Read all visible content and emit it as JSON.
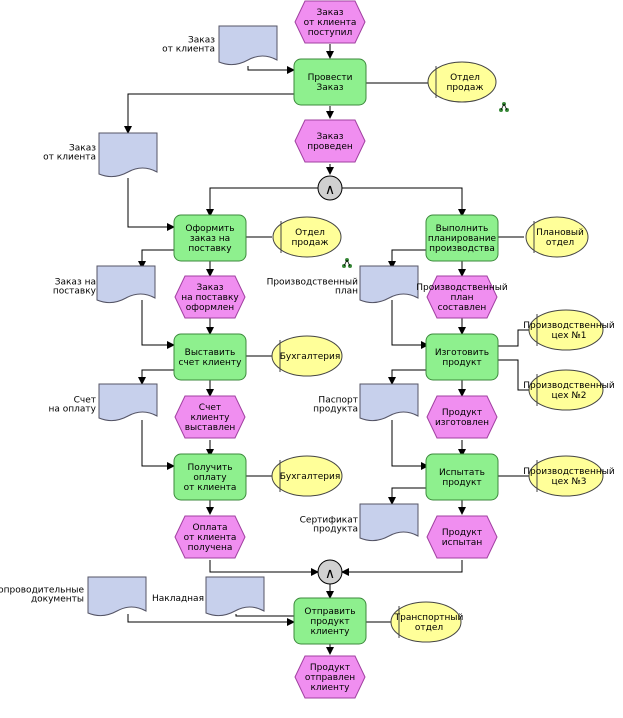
{
  "events": {
    "order_received": [
      "Заказ",
      "от клиента",
      "поступил"
    ],
    "order_done": [
      "Заказ",
      "проведен"
    ],
    "supply_order_done": [
      "Заказ",
      "на поставку",
      "оформлен"
    ],
    "plan_done": [
      "Производственный",
      "план",
      "составлен"
    ],
    "invoice_issued": [
      "Счет",
      "клиенту",
      "выставлен"
    ],
    "product_made": [
      "Продукт",
      "изготовлен"
    ],
    "payment_received": [
      "Оплата",
      "от клиента",
      "получена"
    ],
    "product_tested": [
      "Продукт",
      "испытан"
    ],
    "product_shipped": [
      "Продукт",
      "отправлен",
      "клиенту"
    ]
  },
  "functions": {
    "process_order": [
      "Провести",
      "Заказ"
    ],
    "make_supply_order": [
      "Оформить",
      "заказ на",
      "поставку"
    ],
    "plan_production": [
      "Выполнить",
      "планирование",
      "производства"
    ],
    "issue_invoice": [
      "Выставить",
      "счет клиенту"
    ],
    "manufacture": [
      "Изготовить",
      "продукт"
    ],
    "receive_payment": [
      "Получить",
      "оплату",
      "от клиента"
    ],
    "test_product": [
      "Испытать",
      "продукт"
    ],
    "ship_product": [
      "Отправить",
      "продукт",
      "клиенту"
    ]
  },
  "orgs": {
    "sales_1": [
      "Отдел",
      "продаж"
    ],
    "sales_2": [
      "Отдел",
      "продаж"
    ],
    "planning": [
      "Плановый",
      "отдел"
    ],
    "accounting_1": [
      "Бухгалтерия"
    ],
    "accounting_2": [
      "Бухгалтерия"
    ],
    "shop_1": [
      "Производственный",
      "цех №1"
    ],
    "shop_2": [
      "Производственный",
      "цех №2"
    ],
    "shop_3": [
      "Производственный",
      "цех №3"
    ],
    "transport": [
      "Транспортный",
      "отдел"
    ]
  },
  "documents": {
    "client_order_1": [
      "Заказ",
      "от клиента"
    ],
    "client_order_2": [
      "Заказ",
      "от клиента"
    ],
    "supply_order": [
      "Заказ на",
      "поставку"
    ],
    "production_plan": [
      "Производственный",
      "план"
    ],
    "invoice": [
      "Счет",
      "на оплату"
    ],
    "product_passport": [
      "Паспорт",
      "продукта"
    ],
    "certificate": [
      "Сертификат",
      "продукта"
    ],
    "accompanying_docs": [
      "Сопроводительные",
      "документы"
    ],
    "waybill": [
      "Накладная"
    ]
  },
  "operators": {
    "and_1": "∧",
    "and_2": "∧"
  },
  "colors": {
    "function_fill": "#8ef08e",
    "event_fill": "#f08ef0",
    "org_fill": "#ffff99",
    "document_fill": "#c7d0ec"
  }
}
